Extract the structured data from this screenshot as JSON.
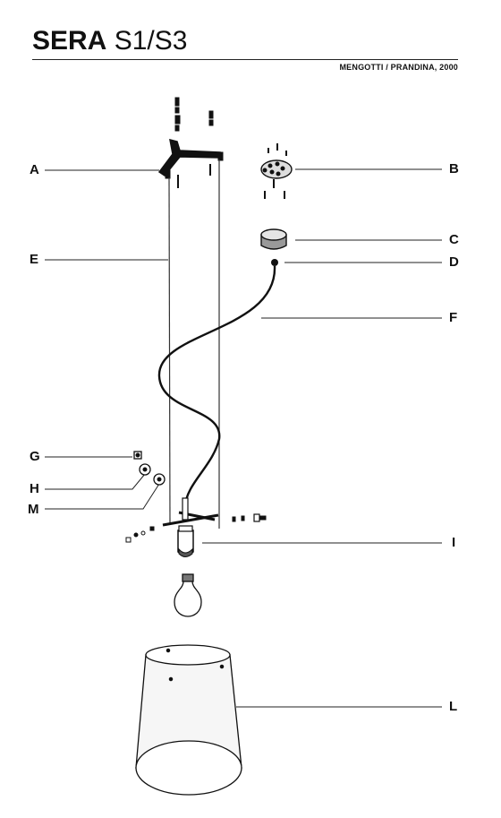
{
  "header": {
    "title_bold": "SERA",
    "title_model": "S1/S3",
    "credit": "MENGOTTI / PRANDINA, 2000"
  },
  "labels": {
    "A": "A",
    "B": "B",
    "C": "C",
    "D": "D",
    "E": "E",
    "F": "F",
    "G": "G",
    "H": "H",
    "I": "I",
    "L": "L",
    "M": "M"
  }
}
